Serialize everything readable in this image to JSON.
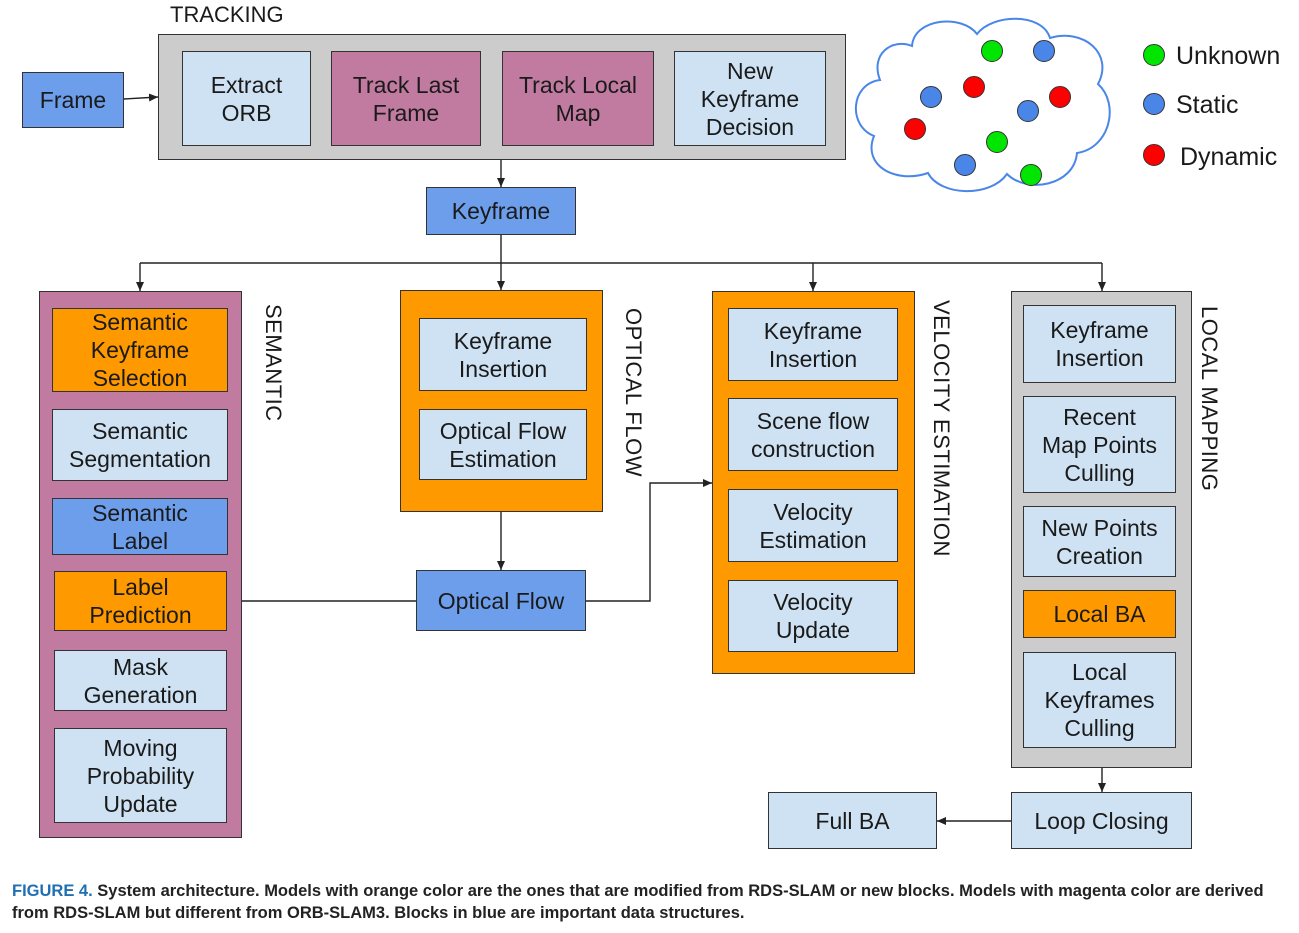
{
  "tracking": {
    "label": "TRACKING",
    "frame": "Frame",
    "extract_orb": "Extract\nORB",
    "track_last_frame": "Track Last\nFrame",
    "track_local_map": "Track Local\nMap",
    "new_keyframe_decision": "New\nKeyframe\nDecision"
  },
  "keyframe": "Keyframe",
  "semantic": {
    "label": "SEMANTIC",
    "items": [
      "Semantic\nKeyframe\nSelection",
      "Semantic\nSegmentation",
      "Semantic\nLabel",
      "Label\nPrediction",
      "Mask\nGeneration",
      "Moving\nProbability\nUpdate"
    ]
  },
  "optical_flow": {
    "label": "OPTICAL FLOW",
    "items": [
      "Keyframe\nInsertion",
      "Optical Flow\nEstimation"
    ],
    "output": "Optical Flow"
  },
  "velocity_estimation": {
    "label": "VELOCITY ESTIMATION",
    "items": [
      "Keyframe\nInsertion",
      "Scene flow\nconstruction",
      "Velocity\nEstimation",
      "Velocity\nUpdate"
    ]
  },
  "local_mapping": {
    "label": "LOCAL MAPPING",
    "items": [
      "Keyframe\nInsertion",
      "Recent\nMap Points\nCulling",
      "New Points\nCreation",
      "Local BA",
      "Local\nKeyframes\nCulling"
    ]
  },
  "loop_closing": "Loop Closing",
  "full_ba": "Full BA",
  "legend": {
    "unknown": "Unknown",
    "static": "Static",
    "dynamic": "Dynamic"
  },
  "colors": {
    "light_blue": "#cfe2f3",
    "dark_blue": "#6d9eeb",
    "orange": "#ff9900",
    "magenta": "#c27ba0",
    "gray": "#cccccc",
    "green_point": "#00e600",
    "blue_point": "#4a86e8",
    "red_point": "#ff0000"
  },
  "caption": {
    "figure_label": "FIGURE 4.",
    "text": "System architecture. Models with orange color are the ones that are modified from RDS-SLAM or new blocks. Models with magenta color are derived from RDS-SLAM but different from ORB-SLAM3. Blocks in blue are important data structures."
  }
}
